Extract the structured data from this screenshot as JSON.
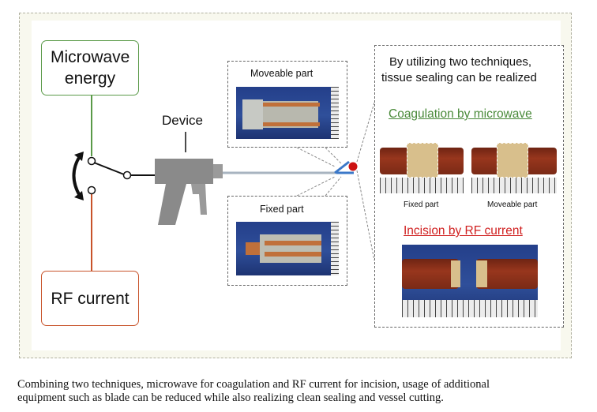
{
  "sources": {
    "microwave_label": "Microwave energy",
    "rf_label": "RF current"
  },
  "device": {
    "label": "Device"
  },
  "parts": {
    "moveable_label": "Moveable part",
    "fixed_label": "Fixed part"
  },
  "results": {
    "intro_line1": "By utilizing two techniques,",
    "intro_line2": "tissue sealing can be realized",
    "coagulation_heading": "Coagulation by microwave",
    "fixed_caption": "Fixed part",
    "moveable_caption": "Moveable part",
    "incision_heading": "Incision by RF current"
  },
  "caption": {
    "line1": "Combining two techniques, microwave for coagulation and RF current for incision, usage of additional",
    "line2": "equipment such as blade can be reduced while also realizing clean sealing and vessel cutting."
  },
  "colors": {
    "microwave": "#5a9a48",
    "rf": "#c8532a",
    "probe_tip": "#cc1111",
    "probe": "#7a9ec8",
    "device_body": "#8a8a8a"
  }
}
